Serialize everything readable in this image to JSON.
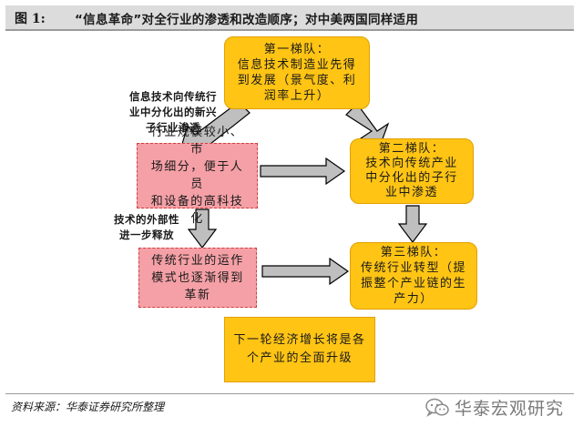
{
  "header": {
    "figure_label": "图 1:",
    "title": "“信息革命”对全行业的渗透和改造顺序；对中美两国同样适用"
  },
  "nodes": {
    "tier1": "第一梯队：\n信息技术制造业先得\n到发展（景气度、利\n润率上升）",
    "tier2": "第二梯队：\n技术向传统产业\n中分化出的子行\n业中渗透",
    "tier3": "第三梯队：\n传统行业转型（提\n振整个产业链的生\n产力）",
    "traits": "行业规模较小、市\n场细分，便于人员\n和设备的高科技化",
    "transform": "传统行业的运作\n模式也逐渐得到\n革新",
    "result": "下一轮经济增长将是各\n个产业的全面升级"
  },
  "annotations": {
    "spread": "信息技术向传统行\n业中分化出的新兴\n子行业渗透",
    "externality": "技术的外部性\n进一步释放"
  },
  "footer": {
    "source": "资料来源：华泰证券研究所整理",
    "watermark": "华泰宏观研究"
  },
  "colors": {
    "yellow_box": "#ffc414",
    "pink_box": "#f4a0a6",
    "arrow_fill": "#bfbfbf",
    "arrow_stroke": "#000000"
  },
  "icons": {
    "watermark_icon": "wechat-icon"
  }
}
